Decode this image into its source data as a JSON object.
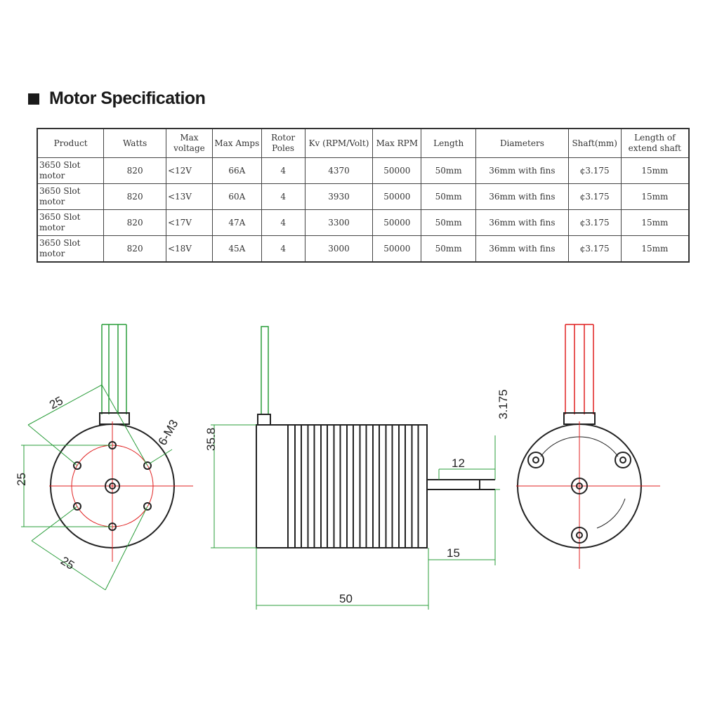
{
  "title": "Motor Specification",
  "table": {
    "headers": [
      "Product",
      "Watts",
      "Max voltage",
      "Max Amps",
      "Rotor Poles",
      "Kv (RPM/Volt)",
      "Max RPM",
      "Length",
      "Diameters",
      "Shaft(mm)",
      "Length of extend shaft"
    ],
    "rows": [
      [
        "3650 Slot motor",
        "820",
        "<12V",
        "66A",
        "4",
        "4370",
        "50000",
        "50mm",
        "36mm with fins",
        "¢3.175",
        "15mm"
      ],
      [
        "3650 Slot motor",
        "820",
        "<13V",
        "60A",
        "4",
        "3930",
        "50000",
        "50mm",
        "36mm with fins",
        "¢3.175",
        "15mm"
      ],
      [
        "3650 Slot motor",
        "820",
        "<17V",
        "47A",
        "4",
        "3300",
        "50000",
        "50mm",
        "36mm with fins",
        "¢3.175",
        "15mm"
      ],
      [
        "3650 Slot motor",
        "820",
        "<18V",
        "45A",
        "4",
        "3000",
        "50000",
        "50mm",
        "36mm with fins",
        "¢3.175",
        "15mm"
      ]
    ]
  },
  "dims": {
    "hole_pitch_a": "25",
    "holes": "6-M3",
    "hole_pitch_b": "25",
    "hole_pitch_c": "25",
    "body_dia": "35.8",
    "shaft_dia": "3.175",
    "shaft_flat": "12",
    "shaft_ext": "15",
    "length": "50"
  },
  "colors": {
    "dim": "#2a9d3a",
    "center": "#e02020",
    "outline": "#222"
  }
}
